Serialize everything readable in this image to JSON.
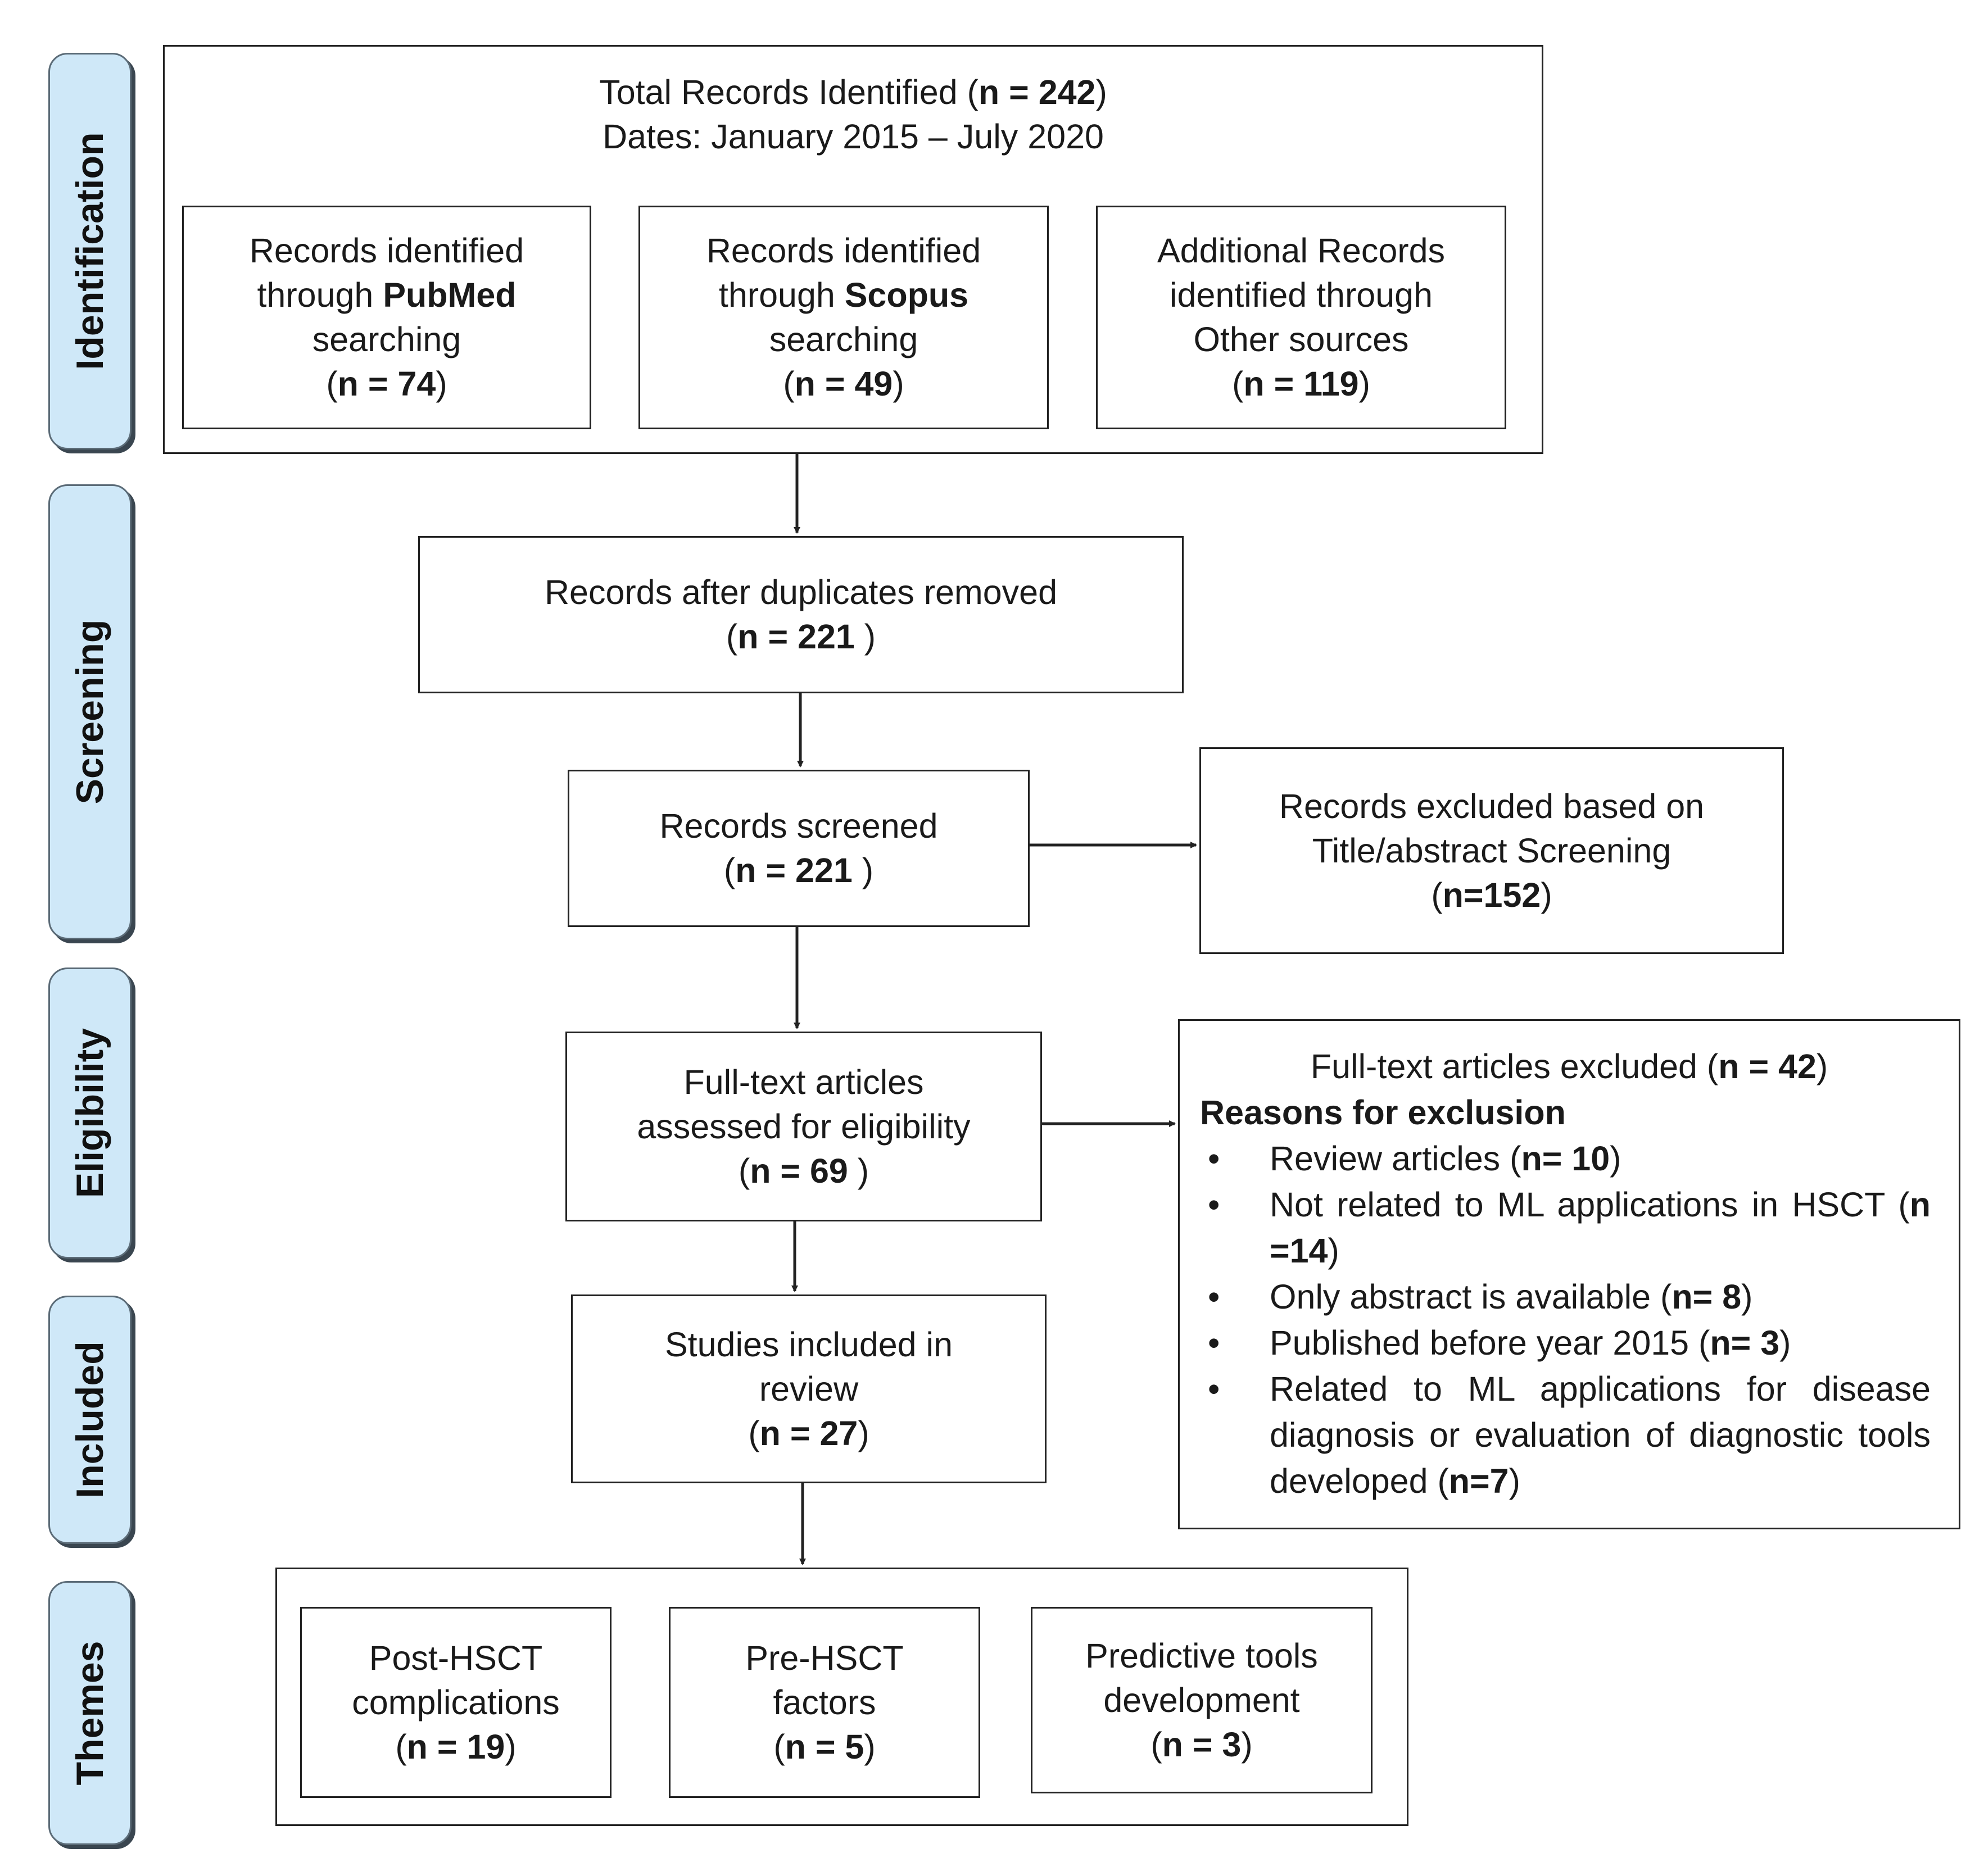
{
  "stages": [
    {
      "key": "identification",
      "label": "Identification"
    },
    {
      "key": "screening",
      "label": "Screening"
    },
    {
      "key": "eligibility",
      "label": "Eligibility"
    },
    {
      "key": "included",
      "label": "Included"
    },
    {
      "key": "themes",
      "label": "Themes"
    }
  ],
  "identification": {
    "total_prefix": "Total Records Identified (",
    "total_n": "n = 242",
    "total_suffix": ")",
    "dates": "Dates: January 2015 – July 2020",
    "sources": [
      {
        "line1": "Records identified",
        "line2_pre": "through ",
        "line2_bold": "PubMed",
        "line3": "searching",
        "n": "n = 74"
      },
      {
        "line1": "Records identified",
        "line2_pre": "through ",
        "line2_bold": "Scopus",
        "line3": "searching",
        "n": "n = 49"
      },
      {
        "line1": "Additional Records",
        "line2_pre": "identified through",
        "line2_bold": "",
        "line3": "Other sources",
        "n": "n = 119"
      }
    ]
  },
  "screening": {
    "duplicates_removed": {
      "label": "Records after duplicates removed",
      "n": "n =  221"
    },
    "screened": {
      "label": "Records screened",
      "n": "n =  221"
    },
    "excluded": {
      "line1": "Records excluded based on",
      "line2": "Title/abstract Screening",
      "n": "n=152"
    }
  },
  "eligibility": {
    "assessed": {
      "line1": "Full-text articles",
      "line2": "assessed for eligibility",
      "n": "n =  69"
    },
    "excluded": {
      "title_prefix": "Full-text articles excluded (",
      "title_n": "n = 42",
      "title_suffix": ")",
      "reasons_heading": "Reasons for exclusion",
      "reasons": [
        {
          "text": "Review articles (",
          "n": "n= 10",
          "suffix": ")"
        },
        {
          "text": "Not related to ML applications in HSCT (",
          "n": "n =14",
          "suffix": ")"
        },
        {
          "text": "Only abstract is available (",
          "n": "n= 8",
          "suffix": ")"
        },
        {
          "text": "Published before year 2015 (",
          "n": "n= 3",
          "suffix": ")"
        },
        {
          "text": "Related to ML applications for disease diagnosis or evaluation of diagnostic tools developed (",
          "n": "n=7",
          "suffix": ")"
        }
      ]
    }
  },
  "included": {
    "line1": "Studies included in",
    "line2": "review",
    "n": "n = 27"
  },
  "themes": [
    {
      "line1": "Post-HSCT",
      "line2": "complications",
      "n": "n = 19"
    },
    {
      "line1": "Pre-HSCT",
      "line2": "factors",
      "n": "n = 5"
    },
    {
      "line1": "Predictive tools",
      "line2": "development",
      "n": "n = 3"
    }
  ],
  "colors": {
    "stage_fill": "#cfe8f8",
    "stage_border": "#5b6b77",
    "line": "#222222"
  }
}
